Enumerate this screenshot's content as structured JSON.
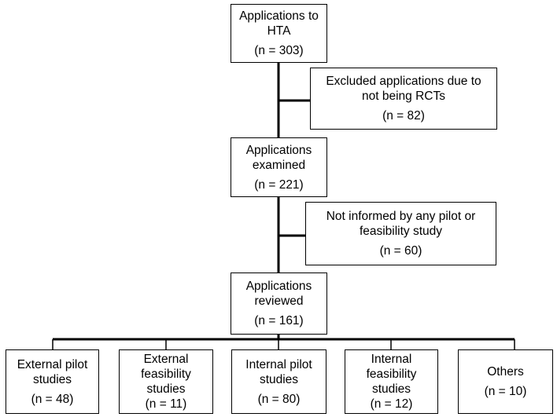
{
  "main_flow": {
    "step1": {
      "line1": "Applications to",
      "line2": "HTA",
      "count": "(n = 303)"
    },
    "step2": {
      "line1": "Applications",
      "line2": "examined",
      "count": "(n = 221)"
    },
    "step3": {
      "line1": "Applications",
      "line2": "reviewed",
      "count": "(n = 161)"
    }
  },
  "exclusions": {
    "excl1": {
      "line1": "Excluded applications due to",
      "line2": "not being RCTs",
      "count": "(n = 82)"
    },
    "excl2": {
      "line1": "Not informed by any pilot or",
      "line2": "feasibility study",
      "count": "(n = 60)"
    }
  },
  "categories": [
    {
      "line1": "External pilot",
      "line2": "studies",
      "count": "(n = 48)"
    },
    {
      "line1": "External",
      "line2": "feasibility",
      "line3": "studies",
      "count": "(n = 11)"
    },
    {
      "line1": "Internal pilot",
      "line2": "studies",
      "count": "(n = 80)"
    },
    {
      "line1": "Internal",
      "line2": "feasibility",
      "line3": "studies",
      "count": "(n = 12)"
    },
    {
      "line1": "Others",
      "count": "(n = 10)"
    }
  ]
}
